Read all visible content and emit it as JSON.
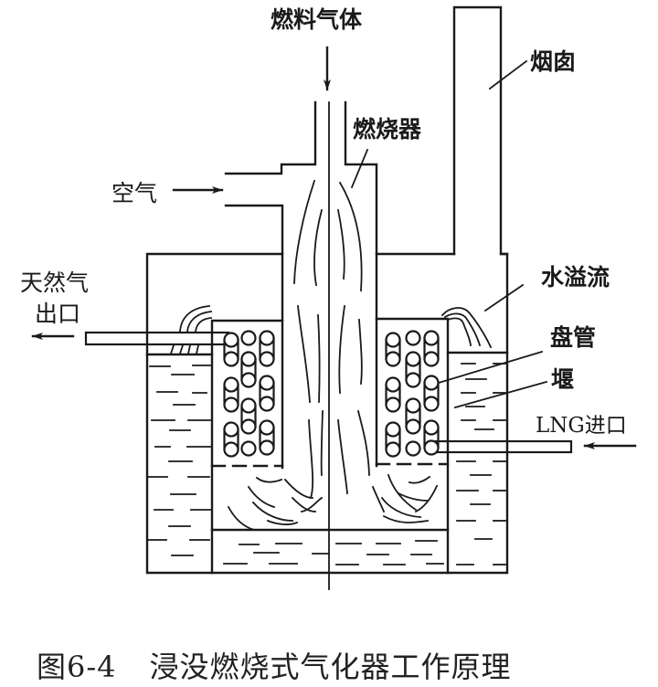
{
  "diagram": {
    "title": "浸没燃烧式气化器工作原理",
    "figure_number": "图6-4",
    "labels": {
      "fuel_gas": "燃料气体",
      "chimney": "烟囱",
      "burner": "燃烧器",
      "air": "空气",
      "natural_gas_outlet_line1": "天然气",
      "natural_gas_outlet_line2": "出口",
      "water_overflow": "水溢流",
      "coil": "盘管",
      "weir": "堰",
      "lng_inlet": "LNG进口"
    },
    "components": [
      {
        "id": "chimney",
        "label": "烟囱"
      },
      {
        "id": "burner",
        "label": "燃烧器"
      },
      {
        "id": "fuel-gas-inlet",
        "label": "燃料气体",
        "flow": "in"
      },
      {
        "id": "air-inlet",
        "label": "空气",
        "flow": "in"
      },
      {
        "id": "coil",
        "label": "盘管"
      },
      {
        "id": "weir",
        "label": "堰"
      },
      {
        "id": "water-overflow",
        "label": "水溢流"
      },
      {
        "id": "lng-inlet",
        "label": "LNG进口",
        "flow": "in"
      },
      {
        "id": "natural-gas-outlet",
        "label": "天然气出口",
        "flow": "out"
      }
    ]
  },
  "caption": {
    "figure_number": "图6-4",
    "text": "浸没燃烧式气化器工作原理"
  }
}
